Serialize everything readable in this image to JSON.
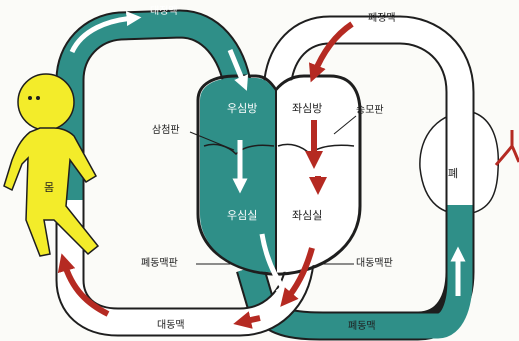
{
  "labels": {
    "body": "몸",
    "vena_cava": "대정맥",
    "pulmonary_vein": "폐정맥",
    "right_atrium": "우심방",
    "left_atrium": "좌심방",
    "tricuspid_valve": "삼첨판",
    "mitral_valve": "승모판",
    "right_ventricle": "우심실",
    "left_ventricle": "좌심실",
    "lung": "폐",
    "pulmonary_valve": "폐동맥판",
    "aortic_valve": "대동맥판",
    "aorta": "대동맥",
    "pulmonary_artery": "폐동맥"
  },
  "colors": {
    "deoxygenated_blood": "#2f8f88",
    "oxygenated_blood": "#ffffff",
    "outline": "#1e1e1e",
    "flow_arrow": "#b52a22",
    "body_figure": "#f3ec2a",
    "lung": "#ffffff",
    "background": "#fbfbf8"
  }
}
